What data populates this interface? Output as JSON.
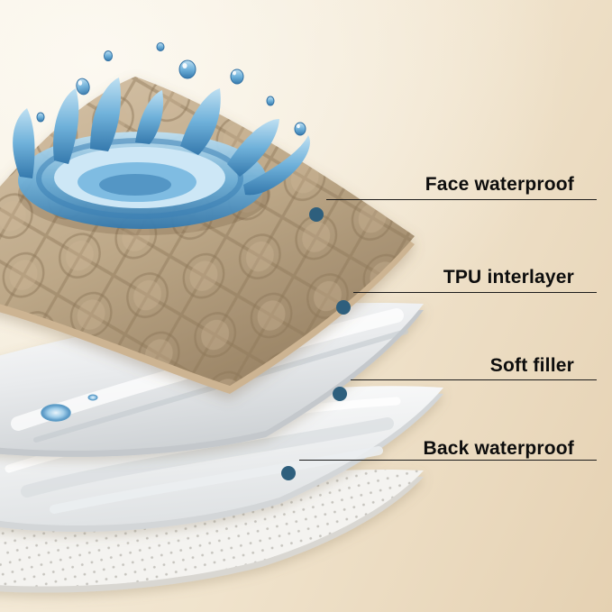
{
  "colors": {
    "accent": "#2e5f7d",
    "line": "#1b1b1b",
    "label": "#0d0d0d",
    "bg_from": "#f7f1e3",
    "bg_mid": "#f0e3cc",
    "bg_to": "#e5d1b2",
    "fabric": "#b7a284",
    "water": "#5d9fce"
  },
  "callouts": [
    {
      "label": "Face waterproof"
    },
    {
      "label": "TPU interlayer"
    },
    {
      "label": "Soft filler"
    },
    {
      "label": "Back waterproof"
    }
  ]
}
